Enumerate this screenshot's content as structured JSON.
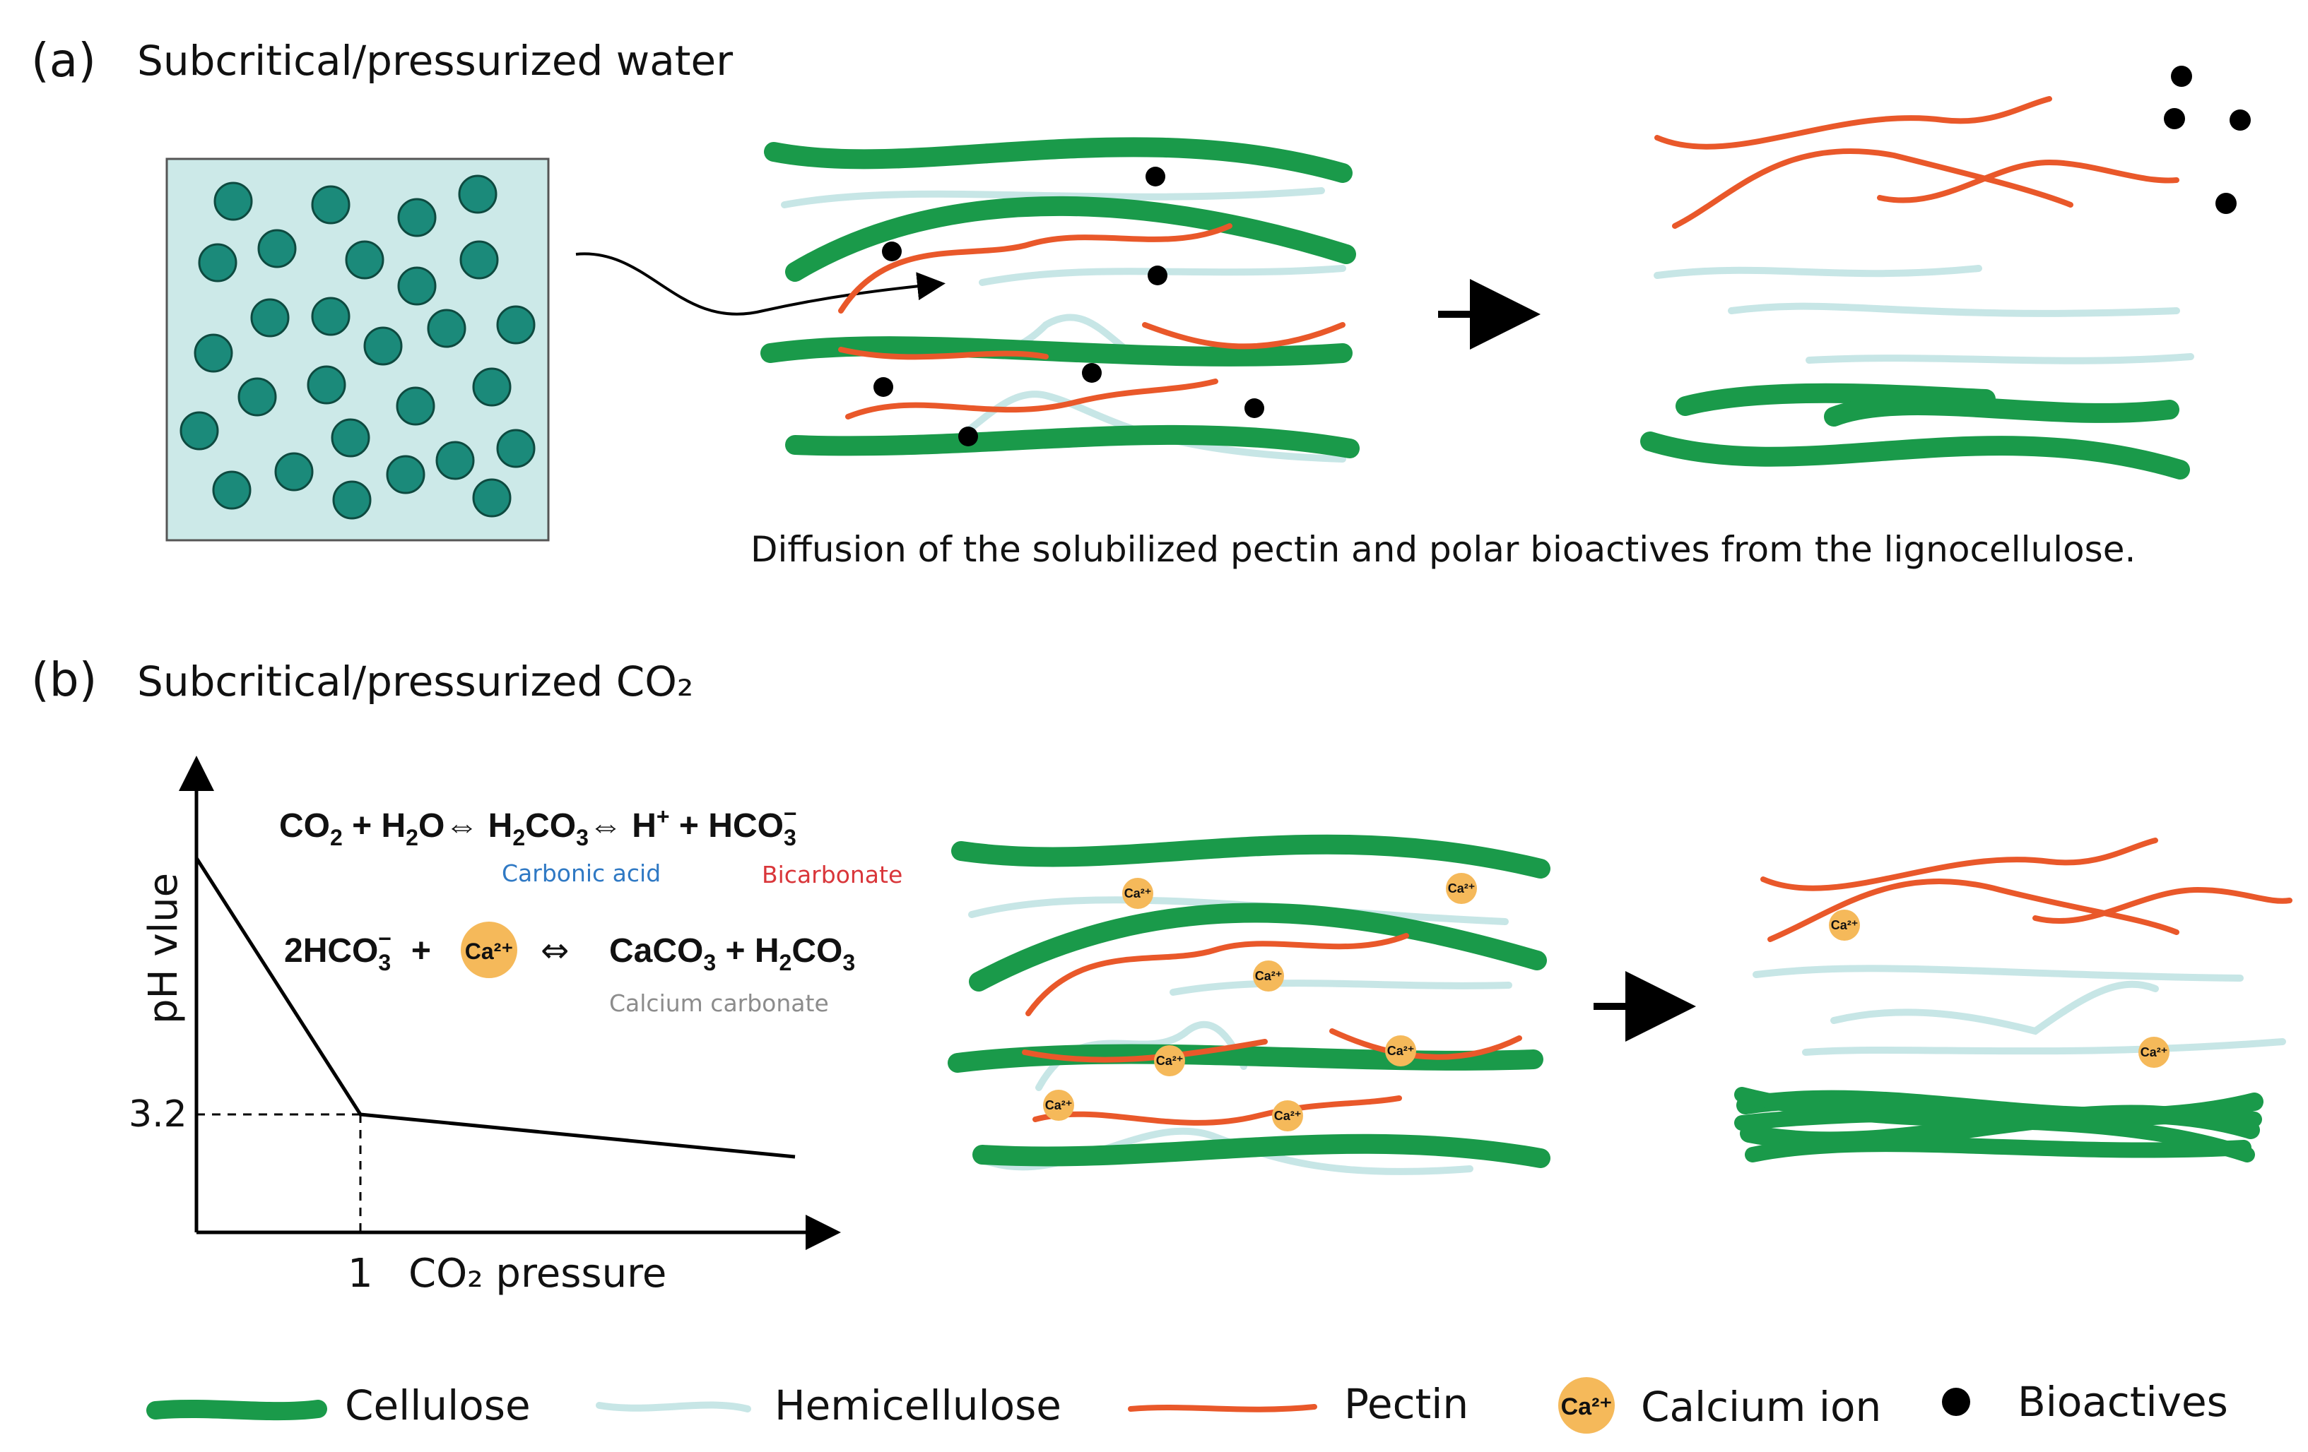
{
  "panel_a": {
    "letter": "(a)",
    "title": "Subcritical/pressurized water",
    "caption": "Diffusion of the solubilized pectin and polar bioactives from the lignocellulose."
  },
  "panel_b": {
    "letter": "(b)",
    "title": "Subcritical/pressurized CO₂",
    "graph": {
      "y_label": "pH vlue",
      "x_label": "CO₂ pressure",
      "y_tick": "3.2",
      "x_tick": "1"
    },
    "equations": {
      "eq1": {
        "co2": "CO",
        "sub2a": "2",
        "plus1": " + ",
        "h2o": "H",
        "sub2b": "2",
        "o": "O",
        "arrow1": "⇔",
        "h2co3_h": " H",
        "sub2c": "2",
        "h2co3_co": "CO",
        "sub3a": "3",
        "arrow2": "⇔",
        "h": "  H",
        "plus_sup": "+",
        "plus2": " + HCO",
        "sub3b": "3",
        "minus_sup": "−"
      },
      "eq2": {
        "hco3": "2HCO",
        "sub3a": "3",
        "minus_sup": "−",
        "plus": "+",
        "arrow": "⇔",
        "caco3": "CaCO",
        "sub3b": "3",
        "plus2": " + H",
        "sub2": "2",
        "co3": "CO",
        "sub3c": "3"
      },
      "carbonic_acid": "Carbonic acid",
      "bicarbonate": "Bicarbonate",
      "calcium_carbonate": "Calcium carbonate",
      "ca_ion": "Ca²⁺"
    }
  },
  "legend": {
    "cellulose": "Cellulose",
    "hemicellulose": "Hemicellulose",
    "pectin": "Pectin",
    "calcium": "Calcium ion",
    "bioactives": "Bioactives",
    "ca_symbol": "Ca²⁺"
  },
  "colors": {
    "cellulose": "#1a9a4a",
    "hemicellulose": "#c7e6e6",
    "pectin": "#e9582a",
    "calcium": "#f5b95a",
    "bioactive": "#000000",
    "water_box": "#cce9e8",
    "water_molecule": "#1b8a7a",
    "carbonic_acid_text": "#2f79c4",
    "bicarbonate_text": "#d9363a",
    "calcium_carbonate_text": "#8c8c8c"
  }
}
